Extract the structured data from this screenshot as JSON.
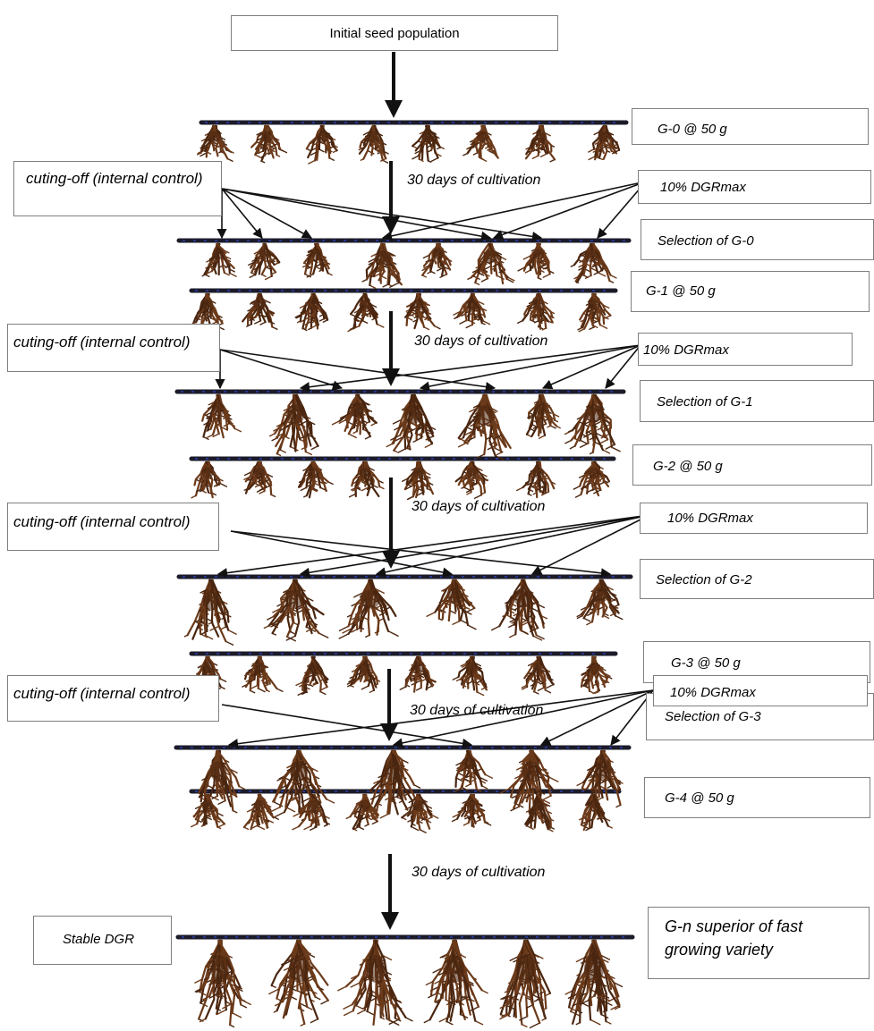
{
  "colors": {
    "rope": "#1b1b2a",
    "rope_dash": "#2c3fb0",
    "seaweed": "#6b3a1a",
    "seaweed_dark": "#4a2610",
    "arrow": "#111111",
    "box_border": "#7f7f7f"
  },
  "start_label": "Initial seed population",
  "generations": [
    {
      "label": "G-0 @ 50 g"
    },
    {
      "label": "G-1 @ 50 g"
    },
    {
      "label": "G-2 @ 50 g"
    },
    {
      "label": "G-3 @ 50 g"
    },
    {
      "label": "G-4 @ 50 g"
    }
  ],
  "cultivation_label": "30 days of cultivation",
  "cutting_label": "cuting-off (internal control)",
  "dgr_label": "10% DGRmax",
  "selections": [
    {
      "label": "Selection of G-0"
    },
    {
      "label": "Selection of G-1"
    },
    {
      "label": "Selection of G-2"
    },
    {
      "label": "Selection of G-3"
    }
  ],
  "final_left_label": "Stable DGR",
  "final_right_label": "G-n superior of fast growing variety"
}
